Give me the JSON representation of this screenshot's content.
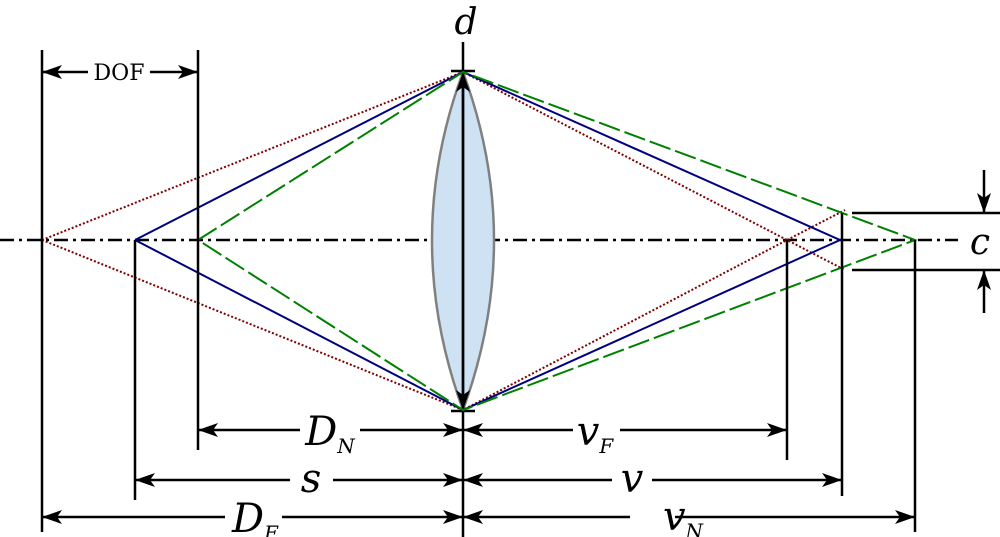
{
  "labels": {
    "dof": "DOF",
    "d": "d",
    "c": "c",
    "DN": {
      "main": "D",
      "sub": "N"
    },
    "DF": {
      "main": "D",
      "sub": "F"
    },
    "s": "s",
    "v": "v",
    "vF": {
      "main": "v",
      "sub": "F"
    },
    "vN": {
      "main": "v",
      "sub": "N"
    }
  },
  "colors": {
    "far_rays": "#800000",
    "focus_rays": "#000080",
    "near_rays": "#008000",
    "lens_fill": "#cfe2f3",
    "lens_stroke": "#808080"
  }
}
